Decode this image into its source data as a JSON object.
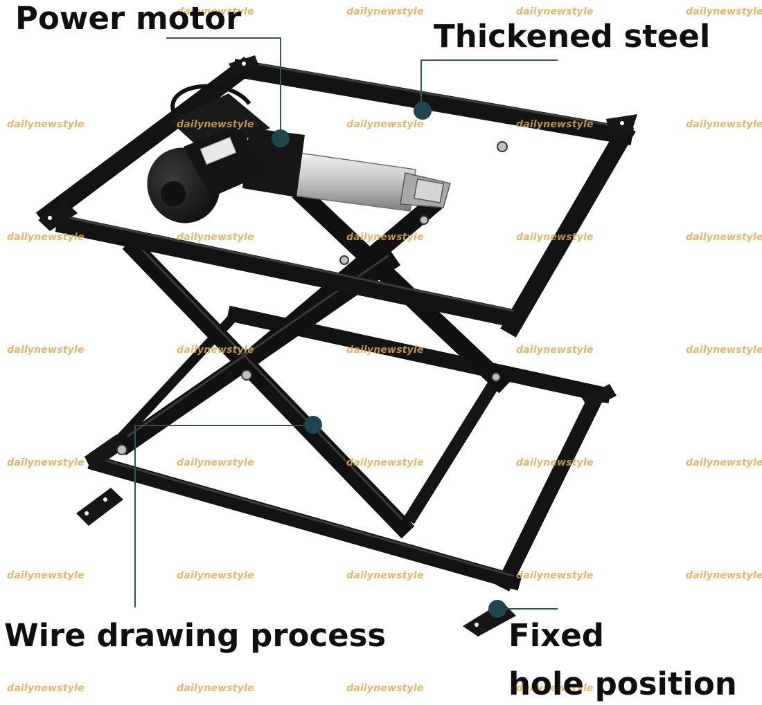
{
  "callouts": {
    "power_motor": "Power motor",
    "thickened_steel": "Thickened steel",
    "wire_drawing": "Wire drawing process",
    "fixed_line1": "Fixed",
    "fixed_line2": "hole position"
  },
  "watermark": "dailynewstyle",
  "colors": {
    "frame": "#131313",
    "frame_highlight": "#3a3a3a",
    "callout_line": "#2d5560",
    "callout_dot": "#1f4650",
    "motor_body": "#1c1c1c",
    "actuator_tube": "#c9c9c9",
    "watermark": "#deaa4b",
    "background": "#ffffff"
  }
}
